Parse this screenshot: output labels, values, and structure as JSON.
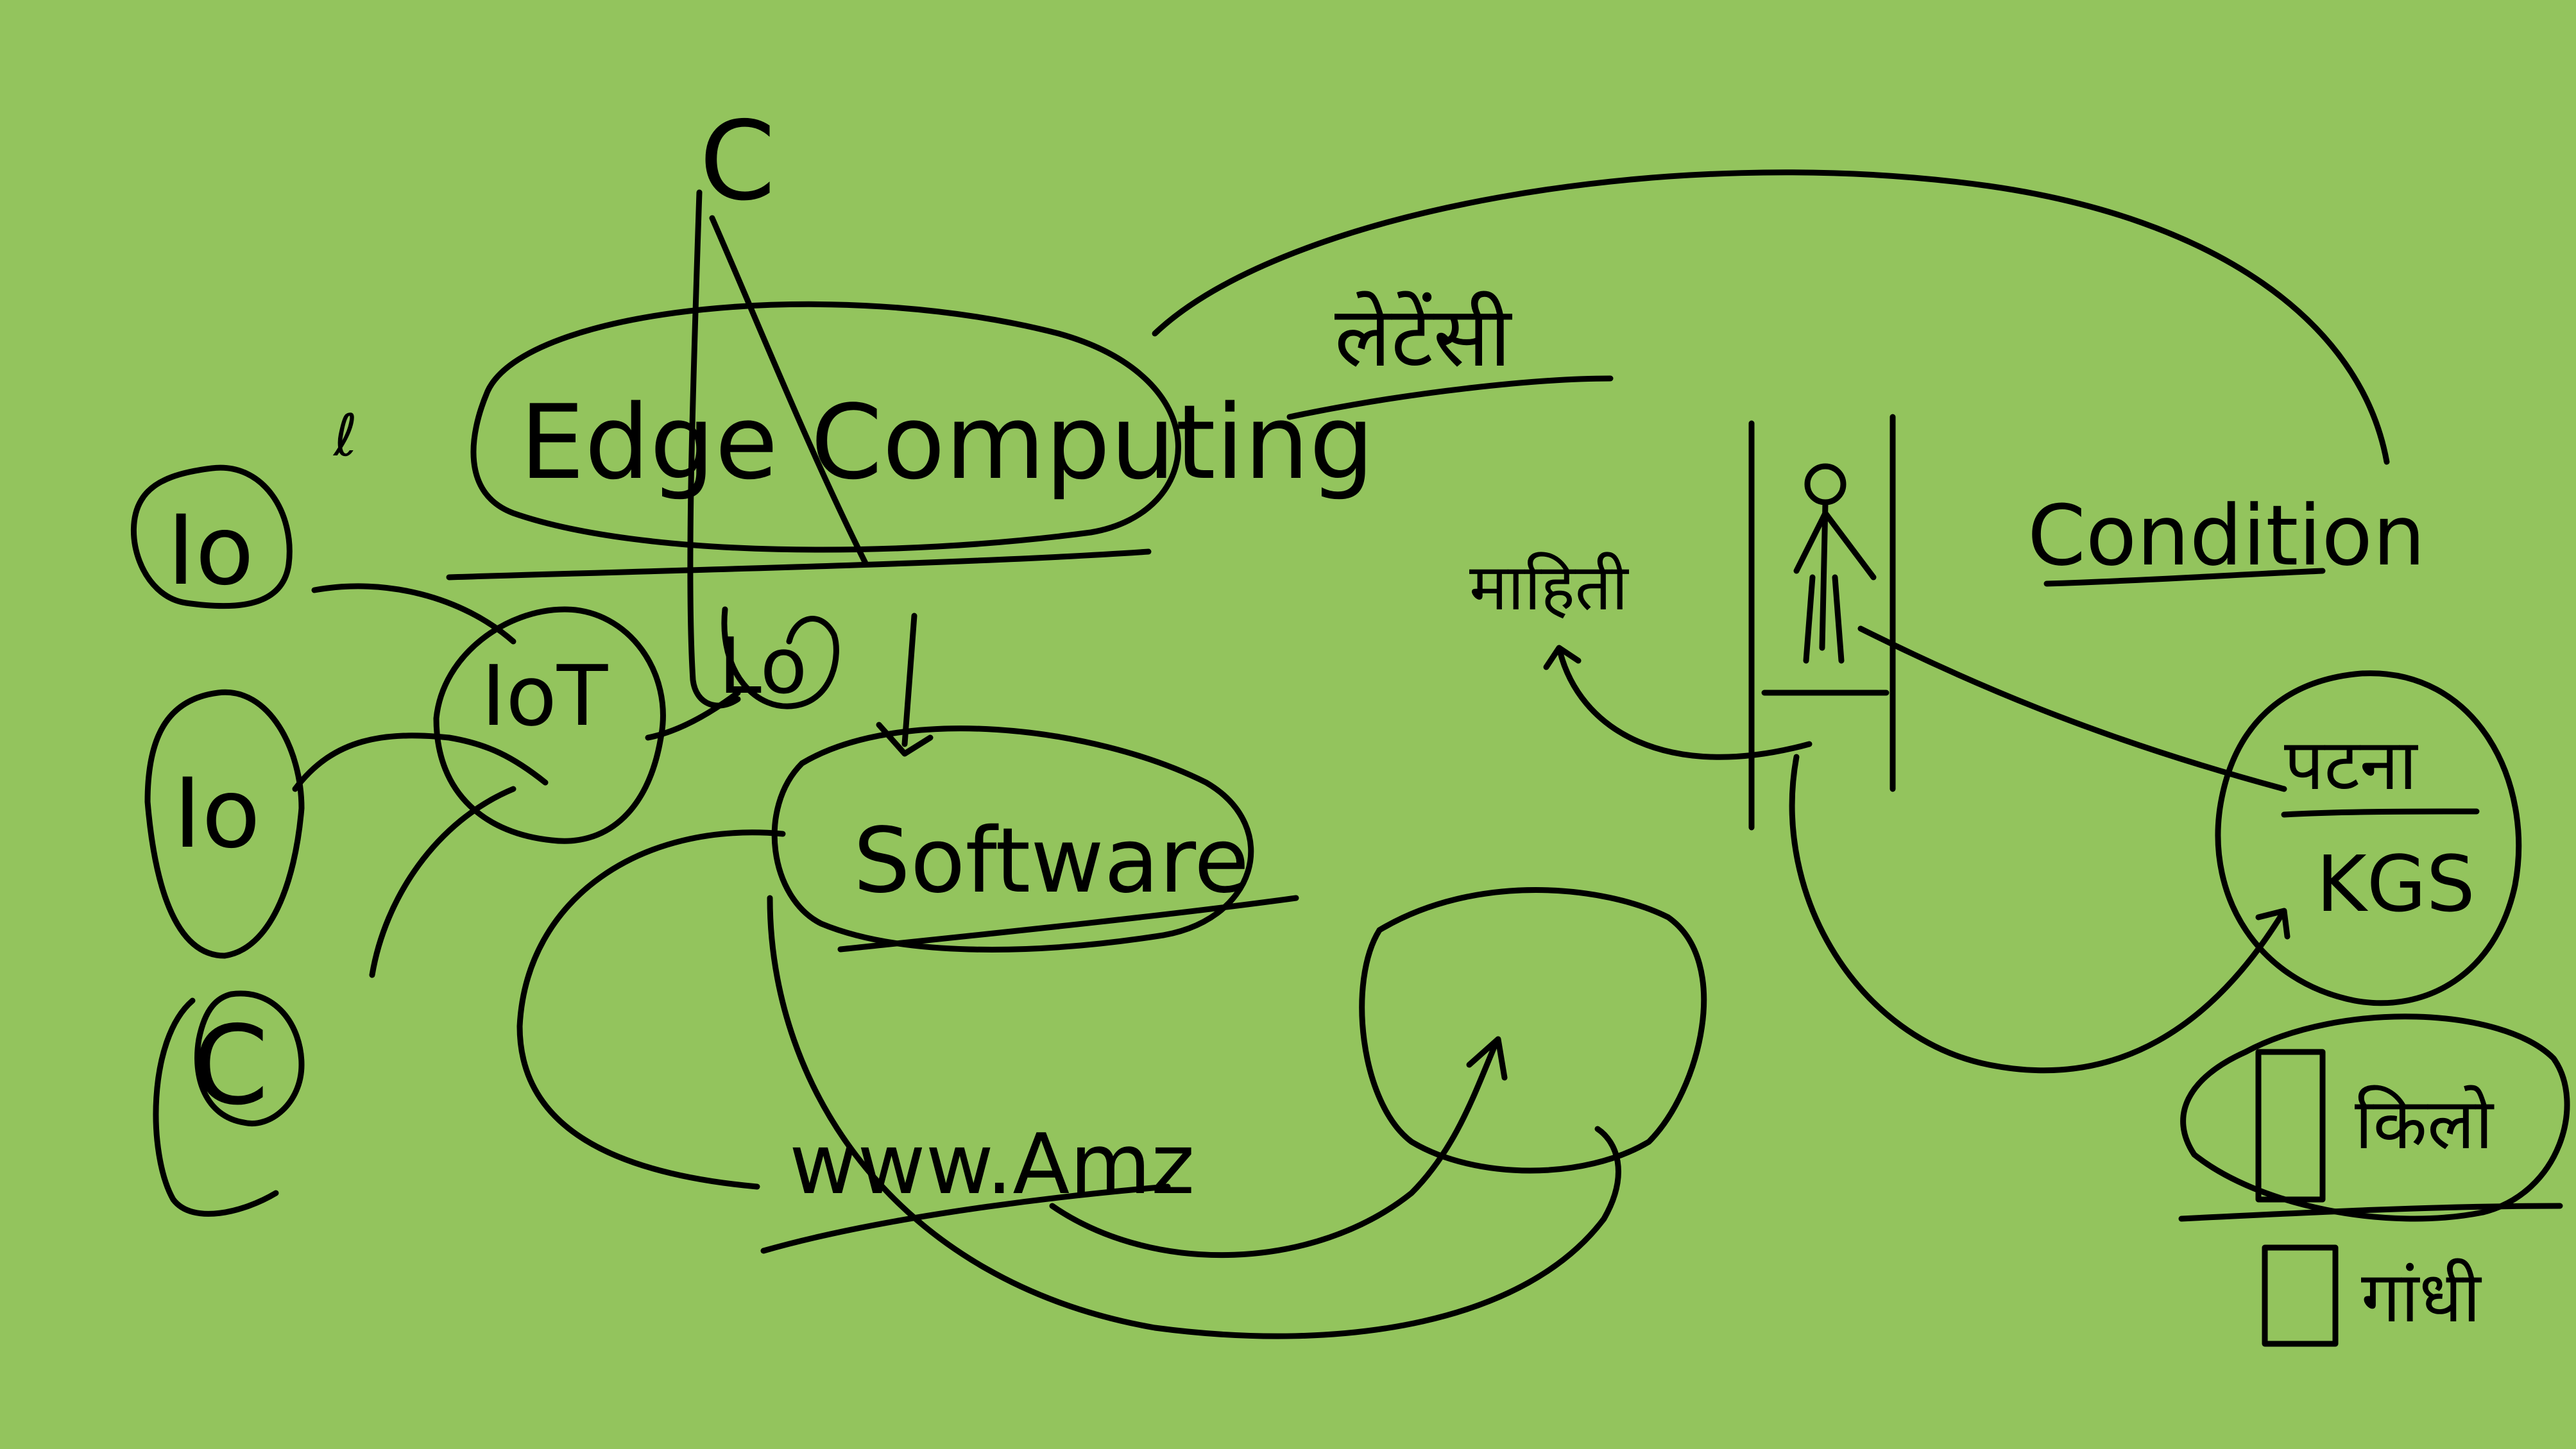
{
  "background_color": "#93c45d",
  "ink_color": "#000000",
  "labels": {
    "marker_c_top": "C",
    "small_mark": "ℓ",
    "edge_computing": "Edge Computing",
    "circle_io_1": "Io",
    "circle_io_2": "Io",
    "circle_c": "C",
    "iot_circle": "IoT",
    "loop_icon": "Lo",
    "software": "Software",
    "website": "www.Amz",
    "latency_hindi": "लेटेंसी",
    "info_hindi": "माहिती",
    "condition": "Condition",
    "patna": "पटना",
    "kgs": "KGS",
    "right_side_hindi_1": "किलो",
    "right_side_hindi_2": "गांधी"
  }
}
